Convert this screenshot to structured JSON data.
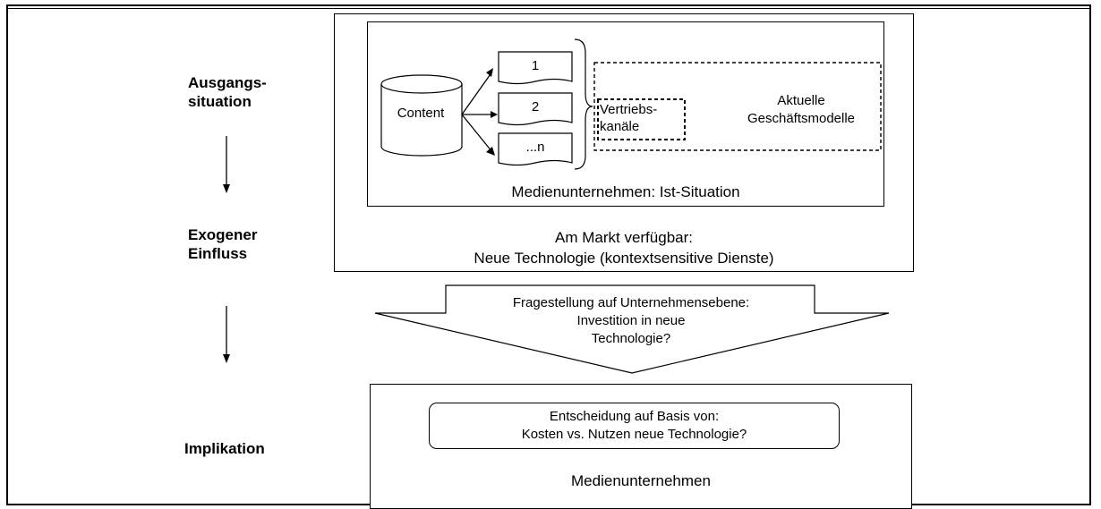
{
  "side_labels": {
    "ausgang": [
      "Ausgangs-",
      "situation"
    ],
    "exogen": [
      "Exogener",
      "Einfluss"
    ],
    "implikation": "Implikation"
  },
  "top_panel": {
    "content_label": "Content",
    "channel_1": "1",
    "channel_2": "2",
    "channel_n": "...n",
    "vertrieb": [
      "Vertriebs-",
      "kanäle"
    ],
    "geschaeft": [
      "Aktuelle",
      "Geschäftsmodelle"
    ],
    "inner_caption": "Medienunternehmen: Ist-Situation",
    "market": [
      "Am Markt verfügbar:",
      "Neue Technologie (kontextsensitive Dienste)"
    ]
  },
  "question": [
    "Fragestellung auf Unternehmensebene:",
    "Investition in neue",
    "Technologie?"
  ],
  "bottom_panel": {
    "decision": [
      "Entscheidung auf Basis von:",
      "Kosten vs. Nutzen neue Technologie?"
    ],
    "caption": "Medienunternehmen"
  }
}
